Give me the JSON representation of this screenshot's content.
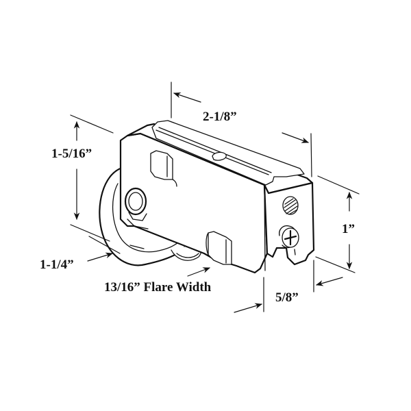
{
  "diagram": {
    "subject": "Sliding door roller assembly",
    "colors": {
      "line": "#111111",
      "background": "#ffffff"
    },
    "dimensions": {
      "length": "2-1/8”",
      "height": "1-5/16”",
      "body_height": "1”",
      "body_width": "5/8”",
      "wheel_diameter": "1-1/4”",
      "flare_width": "13/16” Flare Width"
    }
  }
}
